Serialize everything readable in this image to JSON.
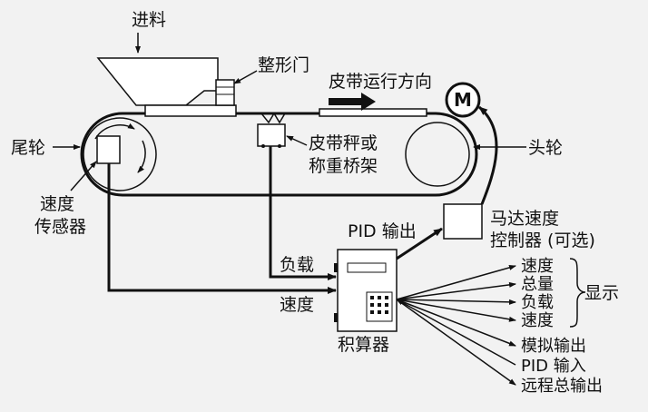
{
  "labels": {
    "feed": "进料",
    "shaping_gate": "整形门",
    "belt_direction": "皮带运行方向",
    "tail_pulley": "尾轮",
    "head_pulley": "头轮",
    "belt_scale_line1": "皮带秤或",
    "belt_scale_line2": "称重桥架",
    "speed_sensor_line1": "速度",
    "speed_sensor_line2": "传感器",
    "pid_output": "PID 输出",
    "motor_controller_line1": "马达速度",
    "motor_controller_line2": "控制器 (可选)",
    "load_input": "负载",
    "speed_input": "速度",
    "integrator": "积算器",
    "motor_letter": "M",
    "display_group": "显示",
    "display_items": [
      "速度",
      "总量",
      "负载",
      "速度"
    ],
    "analog_output": "模拟输出",
    "pid_input": "PID 输入",
    "remote_total_output": "远程总输出"
  }
}
